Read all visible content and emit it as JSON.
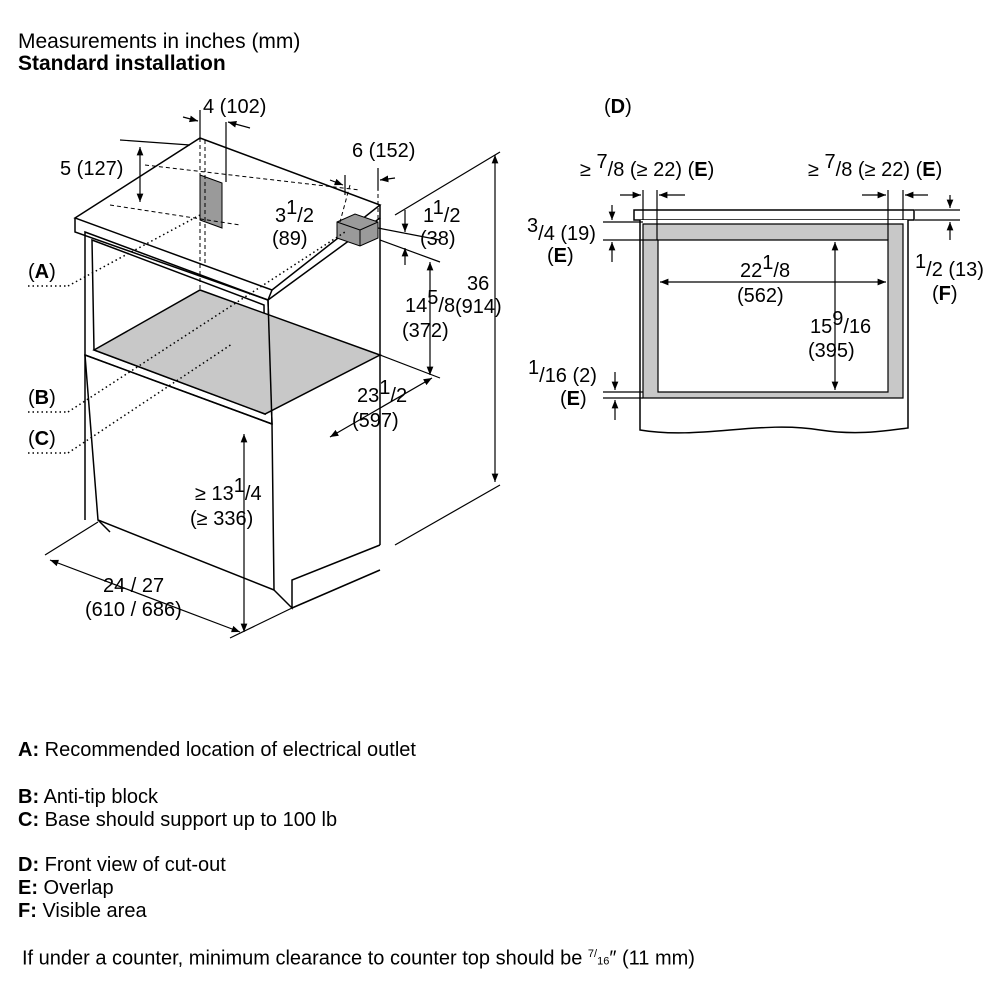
{
  "header": {
    "units_note": "Measurements in inches (mm)",
    "title": "Standard installation"
  },
  "side_view": {
    "dim_depth_top": "4 (102)",
    "dim_left_depth": "5 (127)",
    "dim_block_offset": "6 (152)",
    "dim_block_w_in": "3",
    "dim_block_w_frac": "1",
    "dim_block_w_den": "2",
    "dim_block_w_mm": "(89)",
    "dim_block_h_in": "1",
    "dim_block_h_frac": "1",
    "dim_block_h_den": "2",
    "dim_block_h_mm": "(38)",
    "dim_height_in": "36",
    "dim_height_mm": "(914)",
    "dim_open_h_in": "14",
    "dim_open_h_frac": "5",
    "dim_open_h_den": "8",
    "dim_open_h_mm": "(372)",
    "dim_open_d_in": "23",
    "dim_open_d_frac": "1",
    "dim_open_d_den": "2",
    "dim_open_d_mm": "(597)",
    "dim_base_in": "≥ 13",
    "dim_base_frac": "1",
    "dim_base_den": "4",
    "dim_base_mm": "(≥ 336)",
    "dim_width_in": "24 / 27",
    "dim_width_mm": "(610 / 686)",
    "label_a": "A",
    "label_b": "B",
    "label_c": "C"
  },
  "front_view": {
    "label_d": "D",
    "overlap_left": "≥ ",
    "overlap_left_frac": "7",
    "overlap_left_den": "8",
    "overlap_left_mm": " (≥ 22) ",
    "overlap_right": "≥ ",
    "overlap_right_frac": "7",
    "overlap_right_den": "8",
    "overlap_right_mm": " (≥ 22) ",
    "label_e": "E",
    "label_f": "F",
    "top_overlap_frac": "3",
    "top_overlap_den": "4",
    "top_overlap_mm": " (19)",
    "bottom_overlap_frac": "1",
    "bottom_overlap_den": "16",
    "bottom_overlap_mm": " (2)",
    "visible_frac": "1",
    "visible_den": "2",
    "visible_mm": " (13)",
    "width_in": "22",
    "width_frac": "1",
    "width_den": "8",
    "width_mm": "(562)",
    "height_in": "15",
    "height_frac": "9",
    "height_den": "16",
    "height_mm": "(395)"
  },
  "legend": [
    {
      "key": "A:",
      "text": " Recommended location of electrical outlet"
    },
    {
      "key": "B:",
      "text": " Anti-tip block"
    },
    {
      "key": "C:",
      "text": " Base should support up to 100 lb"
    },
    {
      "key": "D:",
      "text": " Front view of cut-out"
    },
    {
      "key": "E:",
      "text": " Overlap"
    },
    {
      "key": "F:",
      "text": " Visible area"
    }
  ],
  "footnote": {
    "pre": "If under a counter, minimum clearance to counter top should be ",
    "frac": "7",
    "den": "16",
    "post": "″ (11 mm)"
  },
  "colors": {
    "line": "#000000",
    "shelf_fill": "#c8c8c8",
    "frame_fill": "#c8c8c8"
  }
}
